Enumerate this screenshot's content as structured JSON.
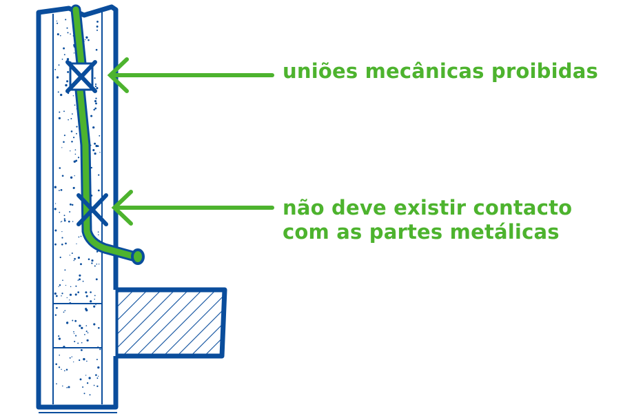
{
  "labels": {
    "mechanical_joints": "uniões mecânicas proibidas",
    "no_contact_line1": "não deve existir contacto",
    "no_contact_line2": "com as partes metálicas"
  },
  "colors": {
    "wall_outline": "#0a4d9c",
    "conductor": "#4db32e",
    "label_text": "#4db32e",
    "arrow": "#4db32e",
    "forbidden_mark": "#0a4d9c",
    "background": "#ffffff"
  }
}
